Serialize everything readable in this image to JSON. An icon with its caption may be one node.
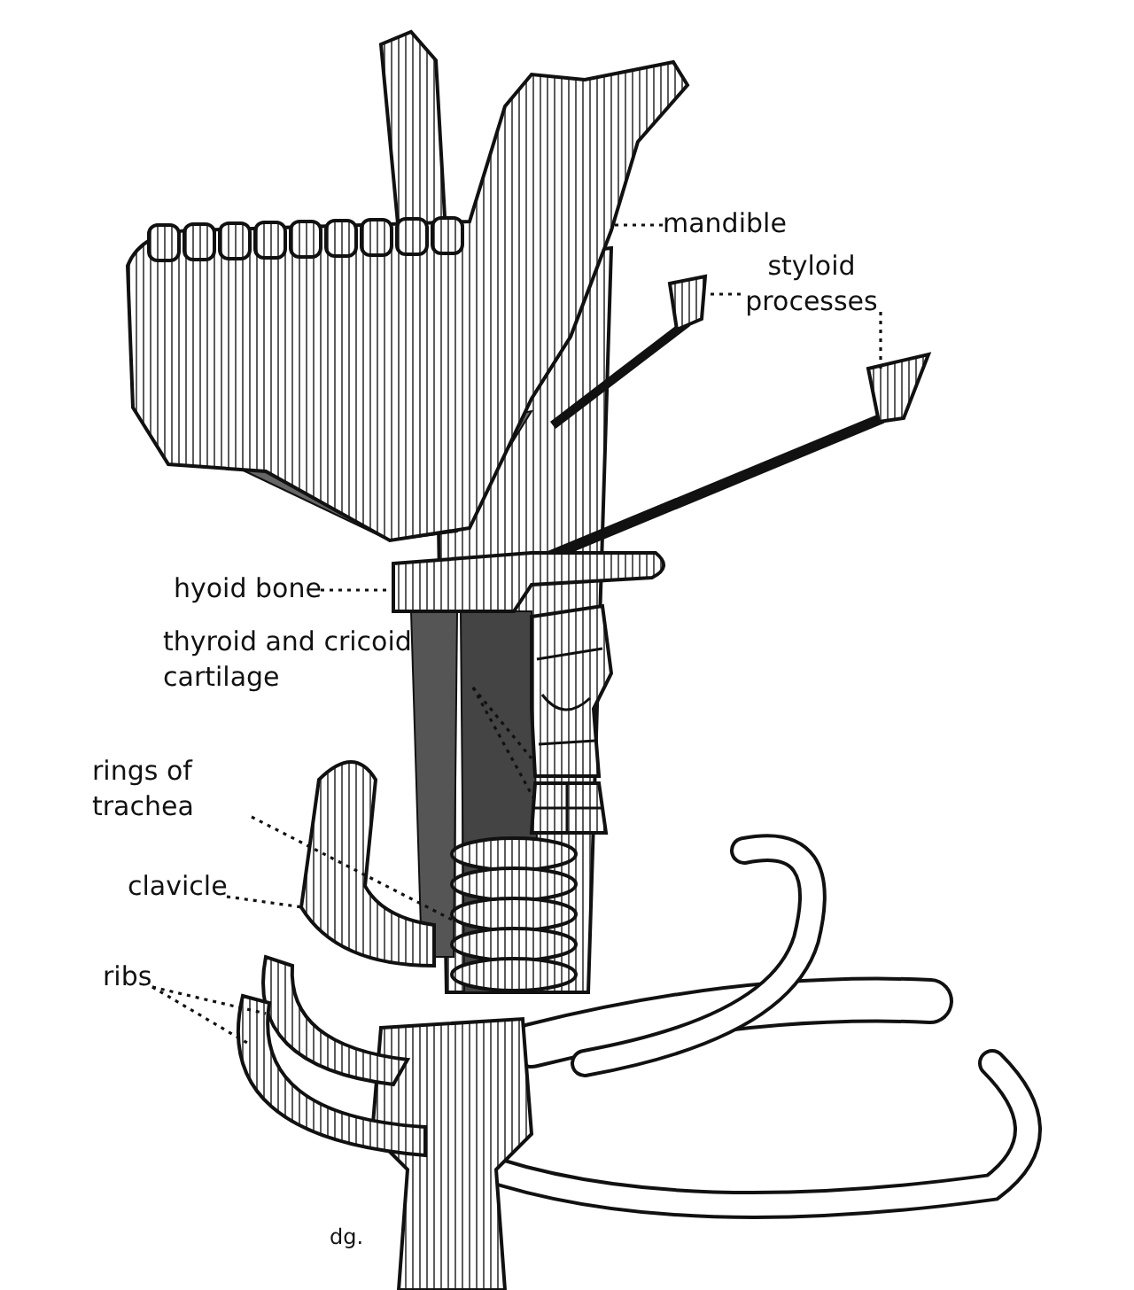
{
  "diagram": {
    "nodes": [
      {
        "text": [
          "mandible"
        ]
      },
      {
        "text": [
          "styloid processes"
        ]
      },
      {
        "text": [
          "hyoid bone"
        ]
      },
      {
        "text": [
          "thyroid and cricoid cartilage"
        ]
      },
      {
        "text": [
          "rings of trachea"
        ]
      },
      {
        "text": [
          "clavicle"
        ]
      },
      {
        "text": [
          "ribs"
        ]
      },
      {
        "text": [],
        "shape": "picture"
      },
      {
        "text": [],
        "shape": "picture"
      },
      {
        "text": [],
        "shape": "picture"
      },
      {
        "text": [],
        "shape": "picture"
      },
      {
        "text": [],
        "shape": "picture"
      },
      {
        "text": [],
        "shape": "picture"
      },
      {
        "text": [],
        "shape": "picture"
      },
      {
        "text": [],
        "shape": "picture"
      },
      {
        "text": [],
        "shape": "picture"
      },
      {
        "text": [],
        "shape": "picture"
      }
    ],
    "edges": [
      {
        "from": 0,
        "to": 7,
        "arrow": "none"
      },
      {
        "from": 1,
        "to": 8,
        "arrow": "none"
      },
      {
        "from": 1,
        "to": 9,
        "arrow": "none"
      },
      {
        "from": 2,
        "to": 10,
        "arrow": "none"
      },
      {
        "from": 3,
        "to": 11,
        "arrow": "none"
      },
      {
        "from": 3,
        "to": 12,
        "arrow": "none"
      },
      {
        "from": 4,
        "to": 13,
        "arrow": "none"
      },
      {
        "from": 5,
        "to": 14,
        "arrow": "none"
      },
      {
        "from": 6,
        "to": 15,
        "arrow": "none"
      },
      {
        "from": 6,
        "to": 16,
        "arrow": "none"
      }
    ],
    "labels": [
      "dg."
    ]
  }
}
